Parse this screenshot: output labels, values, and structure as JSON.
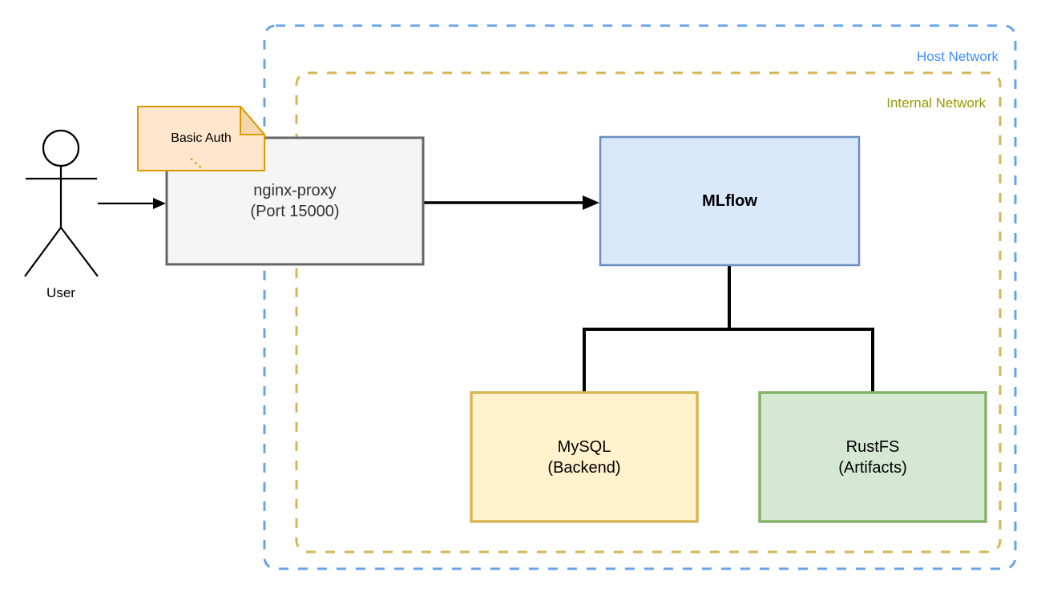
{
  "diagram_type": "network-architecture",
  "zones": {
    "host": {
      "label": "Host Network",
      "stroke_color": "#66A3E8",
      "label_color": "#3E8EF7"
    },
    "internal": {
      "label": "Internal Network",
      "stroke_color": "#D6B656",
      "label_color": "#999900"
    }
  },
  "actor": {
    "label": "User"
  },
  "note": {
    "label": "Basic Auth",
    "fill": "#FFE6CC",
    "fold_fill": "#F5D6AC",
    "stroke": "#D79B00"
  },
  "nodes": {
    "nginx": {
      "line1": "nginx-proxy",
      "line2": "(Port 15000)",
      "fill": "#F5F5F5",
      "stroke": "#666666"
    },
    "mlflow": {
      "label": "MLflow",
      "fill": "#DAE8FC",
      "stroke": "#6C8EBF"
    },
    "mysql": {
      "line1": "MySQL",
      "line2": "(Backend)",
      "fill": "#FFF2CC",
      "stroke": "#D6B656"
    },
    "rustfs": {
      "line1": "RustFS",
      "line2": "(Artifacts)",
      "fill": "#D5E8D4",
      "stroke": "#82B366"
    }
  },
  "edges": [
    {
      "from": "User",
      "to": "nginx-proxy",
      "arrow": true
    },
    {
      "from": "nginx-proxy",
      "to": "MLflow",
      "arrow": true
    },
    {
      "from": "MLflow",
      "to": "MySQL (Backend)",
      "arrow": false
    },
    {
      "from": "MLflow",
      "to": "RustFS (Artifacts)",
      "arrow": false
    },
    {
      "from": "Basic Auth note",
      "to": "nginx-proxy",
      "arrow": false
    }
  ]
}
